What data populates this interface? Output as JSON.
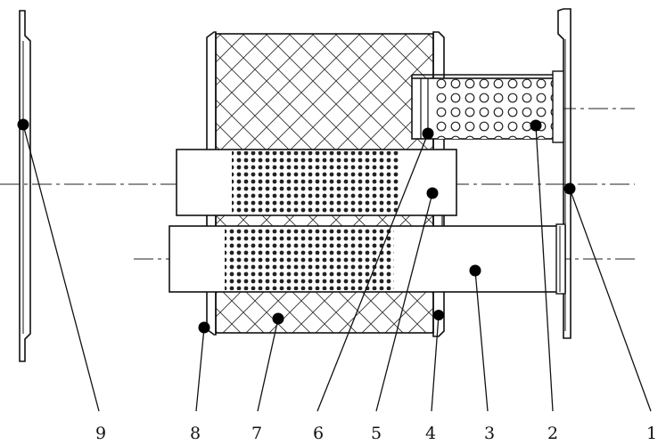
{
  "diagram": {
    "callouts": [
      {
        "id": "label-1",
        "text": "1"
      },
      {
        "id": "label-2",
        "text": "2"
      },
      {
        "id": "label-3",
        "text": "3"
      },
      {
        "id": "label-4",
        "text": "4"
      },
      {
        "id": "label-5",
        "text": "5"
      },
      {
        "id": "label-6",
        "text": "6"
      },
      {
        "id": "label-7",
        "text": "7"
      },
      {
        "id": "label-8",
        "text": "8"
      },
      {
        "id": "label-9",
        "text": "9"
      }
    ],
    "colors": {
      "stroke": "#111111",
      "fill": "#ffffff"
    }
  }
}
